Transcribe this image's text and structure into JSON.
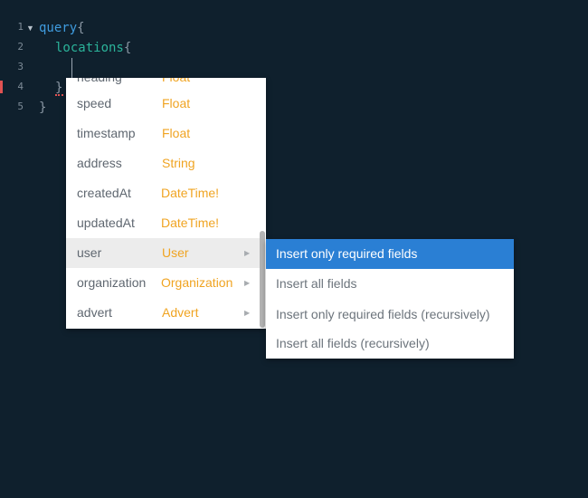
{
  "editor": {
    "line_numbers": [
      "1",
      "2",
      "3",
      "4",
      "5"
    ],
    "lines": {
      "l1_keyword": "query",
      "l1_brace": "{",
      "l2_keyword": "locations",
      "l2_brace": "{",
      "l4_brace": "}",
      "l5_brace": "}"
    }
  },
  "autocomplete": {
    "partial_row": {
      "name": "heading",
      "type": "Float"
    },
    "items": [
      {
        "name": "speed",
        "type": "Float",
        "has_submenu": false
      },
      {
        "name": "timestamp",
        "type": "Float",
        "has_submenu": false
      },
      {
        "name": "address",
        "type": "String",
        "has_submenu": false
      },
      {
        "name": "createdAt",
        "type": "DateTime!",
        "has_submenu": false
      },
      {
        "name": "updatedAt",
        "type": "DateTime!",
        "has_submenu": false
      },
      {
        "name": "user",
        "type": "User",
        "has_submenu": true,
        "active": true
      },
      {
        "name": "organization",
        "type": "Organization",
        "has_submenu": true
      },
      {
        "name": "advert",
        "type": "Advert",
        "has_submenu": true
      }
    ],
    "submenu_arrow": "▶"
  },
  "submenu": {
    "items": [
      {
        "label": "Insert only required fields",
        "selected": true
      },
      {
        "label": "Insert all fields"
      },
      {
        "label": "Insert only required fields (recursively)"
      },
      {
        "label": "Insert all fields (recursively)"
      }
    ]
  },
  "colors": {
    "background": "#0f202d",
    "keyword_blue": "#3f9bde",
    "keyword_green": "#2bb39a",
    "type_orange": "#f0a422",
    "selected_blue": "#2a7fd4",
    "error_red": "#e05252"
  }
}
